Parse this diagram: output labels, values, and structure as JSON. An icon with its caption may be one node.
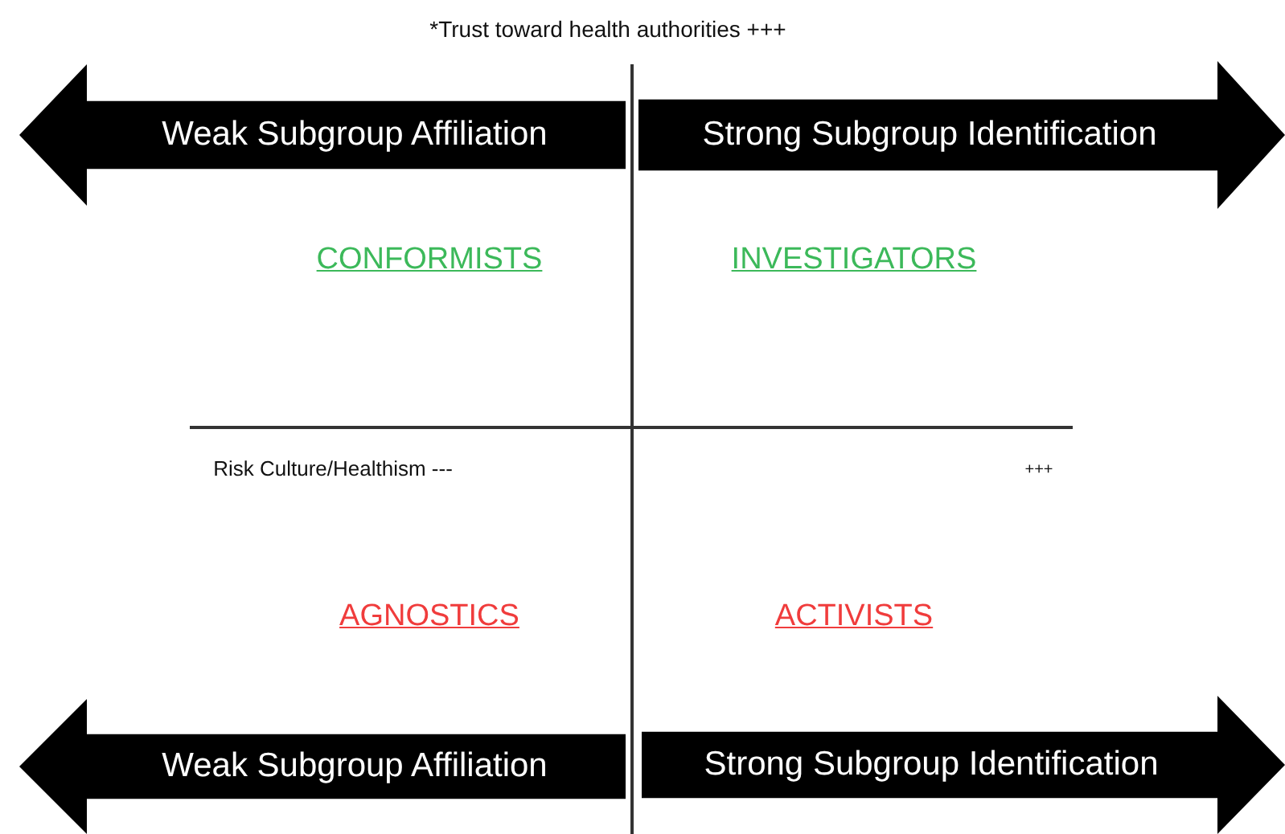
{
  "diagram": {
    "nodes": [
      {
        "text": [
          "Weak Subgroup Affiliation"
        ]
      },
      {
        "text": [
          "Strong Subgroup Identification"
        ]
      },
      {
        "text": [
          "Weak Subgroup Affiliation"
        ]
      },
      {
        "text": [
          "Strong Subgroup Identification"
        ]
      }
    ],
    "labels": [
      "*Trust toward health authorities +++",
      "CONFORMISTS",
      "INVESTIGATORS",
      "Risk Culture/Healthism ---",
      "+++",
      "AGNOSTICS",
      "ACTIVISTS"
    ]
  }
}
